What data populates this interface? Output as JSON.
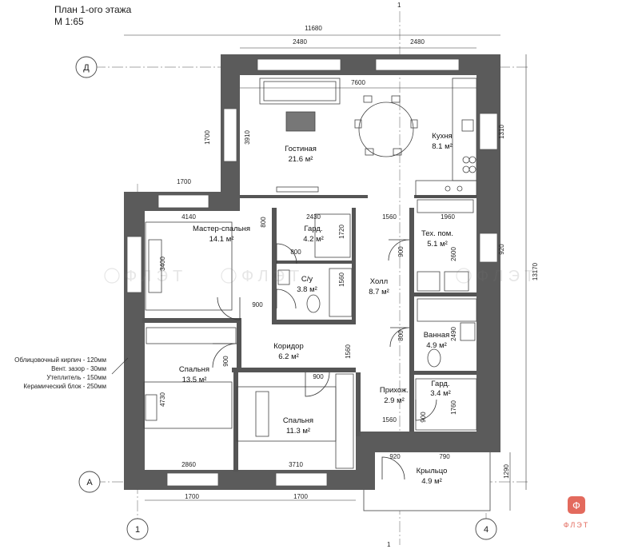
{
  "plan": {
    "title": "План 1-ого этажа",
    "scale": "М 1:65"
  },
  "axes": {
    "row_top": "Д",
    "row_bottom": "А",
    "col_left": "1",
    "col_right": "4",
    "section": "1"
  },
  "rooms": {
    "living": {
      "name": "Гостиная",
      "area": "21.6 м²"
    },
    "kitchen": {
      "name": "Кухня",
      "area": "8.1 м²"
    },
    "master": {
      "name": "Мастер-спальня",
      "area": "14.1 м²"
    },
    "wardrobe1": {
      "name": "Гард.",
      "area": "4.2 м²"
    },
    "bath1": {
      "name": "С/у",
      "area": "3.8 м²"
    },
    "tech": {
      "name": "Тех. пом.",
      "area": "5.1 м²"
    },
    "hall": {
      "name": "Холл",
      "area": "8.7 м²"
    },
    "bathroom": {
      "name": "Ванная",
      "area": "4.9 м²"
    },
    "corridor": {
      "name": "Коридор",
      "area": "6.2 м²"
    },
    "bedroom1": {
      "name": "Спальня",
      "area": "13.5 м²"
    },
    "bedroom2": {
      "name": "Спальня",
      "area": "11.3 м²"
    },
    "entry": {
      "name": "Прихож.",
      "area": "2.9 м²"
    },
    "wardrobe2": {
      "name": "Гард.",
      "area": "3.4 м²"
    },
    "porch": {
      "name": "Крыльцо",
      "area": "4.9 м²"
    }
  },
  "dimensions": {
    "overall_width": "11680",
    "top_left": "2480",
    "top_right": "2480",
    "living_width": "7600",
    "living_left_window": "1700",
    "living_depth": "3910",
    "kitchen_window": "1310",
    "left_window_top": "1700",
    "master_width": "4140",
    "wardrobe_width": "2430",
    "hall_width": "1560",
    "tech_width": "1960",
    "master_door": "800",
    "wardrobe_depth": "1720",
    "bath_door": "800",
    "bath_width": "1560",
    "master_depth": "3400",
    "master_door2": "900",
    "tech_door": "900",
    "tech_depth": "2600",
    "tech_window": "920",
    "overall_depth": "13170",
    "bathroom_door": "800",
    "bathroom_depth": "2490",
    "corridor_door": "900",
    "corridor_width": "1560",
    "bedroom2_door": "900",
    "bedroom1_depth": "4730",
    "entry_door": "900",
    "entry_width": "1560",
    "wardrobe2_depth": "1760",
    "bedroom1_width": "2860",
    "bedroom2_width": "3710",
    "porch_left": "920",
    "porch_right": "790",
    "porch_depth": "1290",
    "bottom_window_left": "1700",
    "bottom_window_right": "1700"
  },
  "wall_legend": [
    "Облицовочный кирпич - 120мм",
    "Вент. зазор - 30мм",
    "Утеплитель - 150мм",
    "Керамический блок - 250мм"
  ],
  "watermark": "ФЛЭТ",
  "logo": "ФЛЭТ"
}
